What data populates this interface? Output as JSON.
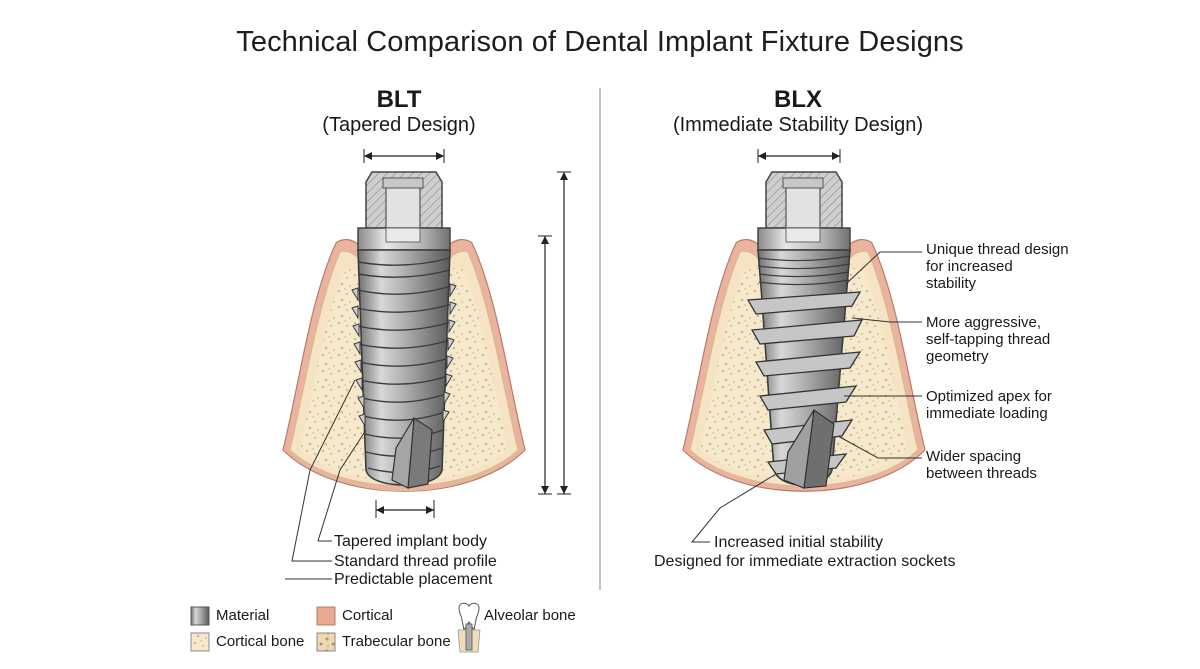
{
  "title": "Technical Comparison of Dental Implant Fixture Designs",
  "left": {
    "name": "BLT",
    "subtitle": "(Tapered Design)",
    "captions": [
      "Tapered implant body",
      "Standard thread profile",
      "Predictable placement"
    ]
  },
  "right": {
    "name": "BLX",
    "subtitle": "(Immediate Stability Design)",
    "annotations": [
      {
        "lines": [
          "Unique thread design",
          "for increased",
          "stability"
        ]
      },
      {
        "lines": [
          "More aggressive,",
          "self-tapping thread",
          "geometry"
        ]
      },
      {
        "lines": [
          "Optimized apex for",
          "immediate loading"
        ]
      },
      {
        "lines": [
          "Wider spacing",
          "between threads"
        ]
      }
    ],
    "captions": [
      "Increased initial stability",
      "Designed for immediate extraction sockets"
    ]
  },
  "legend": {
    "material": "Material",
    "cortical": "Cortical",
    "alveolar": "Alveolar bone",
    "cortical_bone": "Cortical bone",
    "trabecular": "Trabecular bone"
  },
  "colors": {
    "cortical": "#e8a891",
    "bone": "#f4e6c8",
    "metal": "#9a9a9a",
    "metal_light": "#d4d4d4"
  }
}
